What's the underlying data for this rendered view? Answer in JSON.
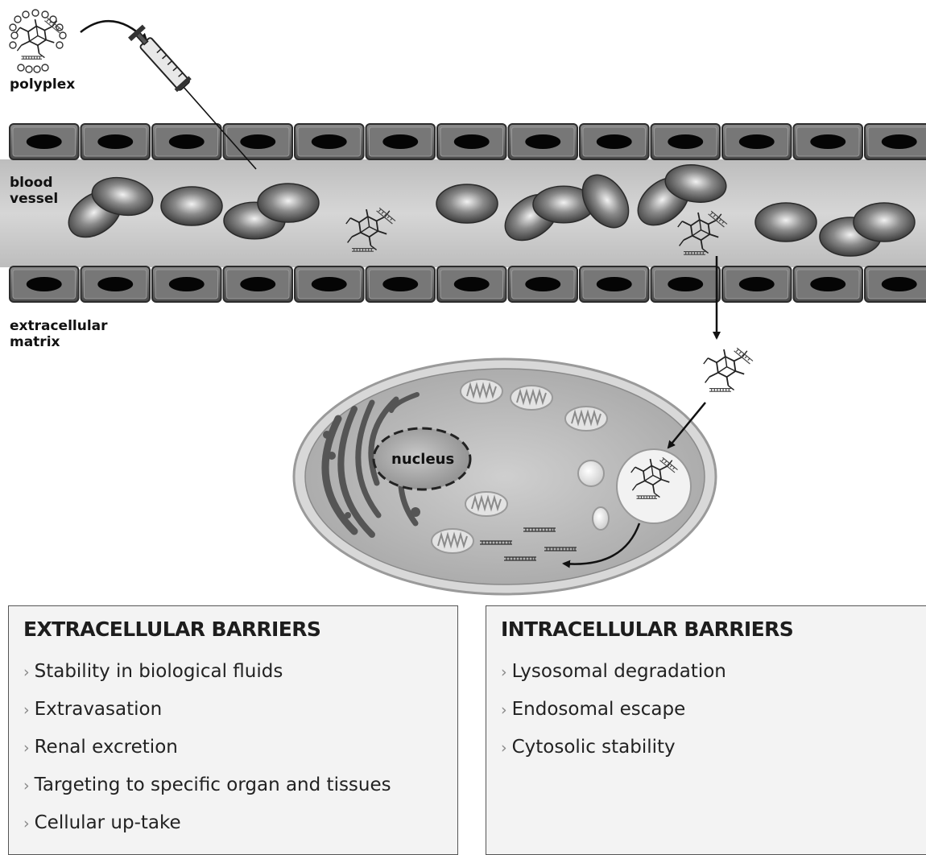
{
  "labels": {
    "polyplex": "polyplex",
    "blood": "blood",
    "vessel": "vessel",
    "extracellular": "extracellular",
    "matrix": "matrix",
    "nucleus": "nucleus"
  },
  "extracellular_box": {
    "title": "EXTRACELLULAR BARRIERS",
    "items": [
      "Stability in biological fluids",
      "Extravasation",
      "Renal excretion",
      "Targeting to specific organ and tissues",
      "Cellular up-take"
    ]
  },
  "intracellular_box": {
    "title": "INTRACELLULAR BARRIERS",
    "items": [
      "Lysosomal degradation",
      "Endosomal escape",
      "Cytosolic stability"
    ]
  },
  "colors": {
    "endothelial_cell": "#6e6e6e",
    "vessel_lumen": "#cfcfcf",
    "red_blood_cell": "#4a4a4a",
    "cytoplasm": "#bdbdbd",
    "nucleus": "#a6a6a6",
    "box_background": "#f3f3f3"
  }
}
